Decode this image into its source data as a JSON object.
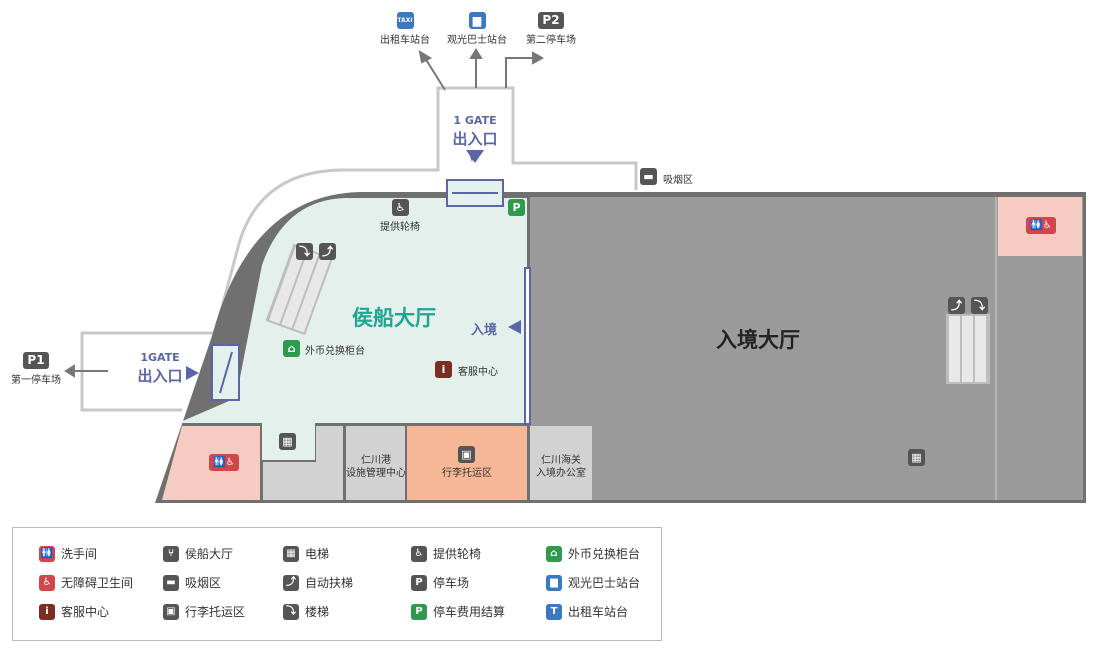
{
  "top_destinations": [
    {
      "icon": "taxi-icon",
      "badge": "TAXI",
      "label": "出租车站台",
      "color": "#3a78c2"
    },
    {
      "icon": "bus-icon",
      "badge": "▆",
      "label": "观光巴士站台",
      "color": "#3a78c2"
    },
    {
      "icon": "p2-icon",
      "badge": "P2",
      "label": "第二停车场",
      "color": "#555555"
    }
  ],
  "left_destination": {
    "badge": "P1",
    "label": "第一停车场"
  },
  "gate1_top": {
    "title": "1 GATE",
    "label": "出入口"
  },
  "gate1_left": {
    "title": "1GATE",
    "label": "出入口"
  },
  "smoking_label": "吸烟区",
  "waiting_hall": {
    "title": "侯船大厅",
    "wheelchair": "提供轮椅",
    "exchange": "外币兑换柜台",
    "service": "客服中心",
    "entry": "入境"
  },
  "arrival_hall": {
    "title": "入境大厅"
  },
  "rooms": {
    "port_facility": "仁川港\n设施管理中心",
    "baggage": "行李托运区",
    "customs": "仁川海关\n入境办公室"
  },
  "legend": [
    {
      "icon": "restroom-icon",
      "glyph": "🚻",
      "color": "#d2454a",
      "label": "洗手间"
    },
    {
      "icon": "accessible-restroom-icon",
      "glyph": "♿",
      "color": "#d2454a",
      "label": "无障碍卫生间"
    },
    {
      "icon": "customer-service-icon",
      "glyph": "i",
      "color": "#7a2e22",
      "label": "客服中心"
    },
    {
      "icon": "waiting-hall-icon",
      "glyph": "⑂",
      "color": "#555555",
      "label": "侯船大厅"
    },
    {
      "icon": "smoking-icon",
      "glyph": "▬",
      "color": "#555555",
      "label": "吸烟区"
    },
    {
      "icon": "baggage-icon",
      "glyph": "▣",
      "color": "#555555",
      "label": "行李托运区"
    },
    {
      "icon": "elevator-icon",
      "glyph": "▦",
      "color": "#555555",
      "label": "电梯"
    },
    {
      "icon": "escalator-icon",
      "glyph": "⤴",
      "color": "#555555",
      "label": "自动扶梯"
    },
    {
      "icon": "stairs-icon",
      "glyph": "⤵",
      "color": "#555555",
      "label": "楼梯"
    },
    {
      "icon": "wheelchair-icon",
      "glyph": "♿",
      "color": "#555555",
      "label": "提供轮椅"
    },
    {
      "icon": "parking-icon",
      "glyph": "P",
      "color": "#555555",
      "label": "停车场"
    },
    {
      "icon": "parking-payment-icon",
      "glyph": "P",
      "color": "#2e9a4e",
      "label": "停车费用结算"
    },
    {
      "icon": "currency-exchange-icon",
      "glyph": "⌂",
      "color": "#2e9a4e",
      "label": "外币兑换柜台"
    },
    {
      "icon": "tour-bus-icon",
      "glyph": "▆",
      "color": "#3a78c2",
      "label": "观光巴士站台"
    },
    {
      "icon": "taxi-icon",
      "glyph": "T",
      "color": "#3a78c2",
      "label": "出租车站台"
    }
  ]
}
